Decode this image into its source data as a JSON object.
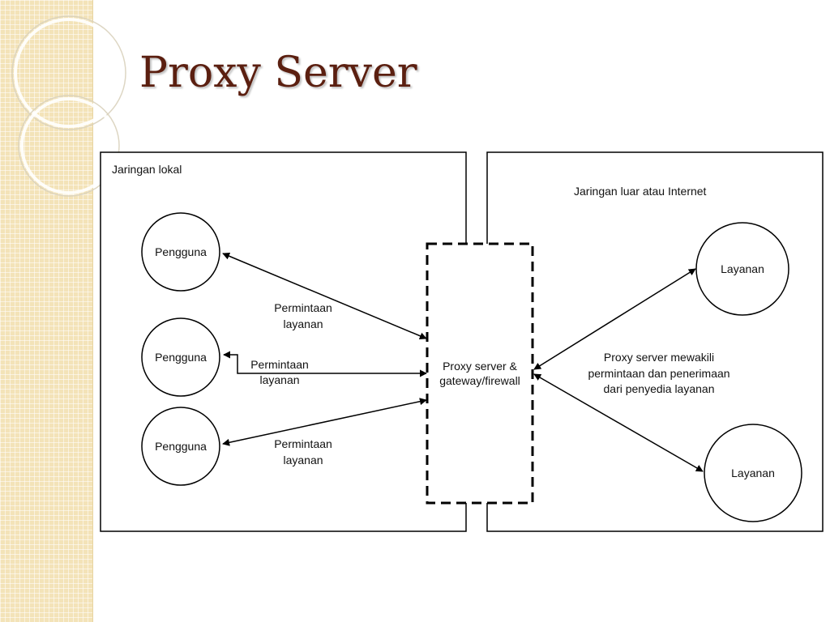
{
  "title": "Proxy Server",
  "colors": {
    "title": "#5b1f10",
    "band": "#f3e3b8",
    "line": "#000000"
  },
  "diagram": {
    "local_network_label": "Jaringan lokal",
    "external_network_label": "Jaringan luar atau Internet",
    "users": [
      "Pengguna",
      "Pengguna",
      "Pengguna"
    ],
    "requests": [
      [
        "Permintaan",
        "layanan"
      ],
      [
        "Permintaan",
        "layanan"
      ],
      [
        "Permintaan",
        "layanan"
      ]
    ],
    "proxy": [
      "Proxy server &",
      "gateway/firewall"
    ],
    "services": [
      "Layanan",
      "Layanan"
    ],
    "proxy_note": [
      "Proxy server mewakili",
      "permintaan dan penerimaan",
      "dari penyedia layanan"
    ]
  }
}
